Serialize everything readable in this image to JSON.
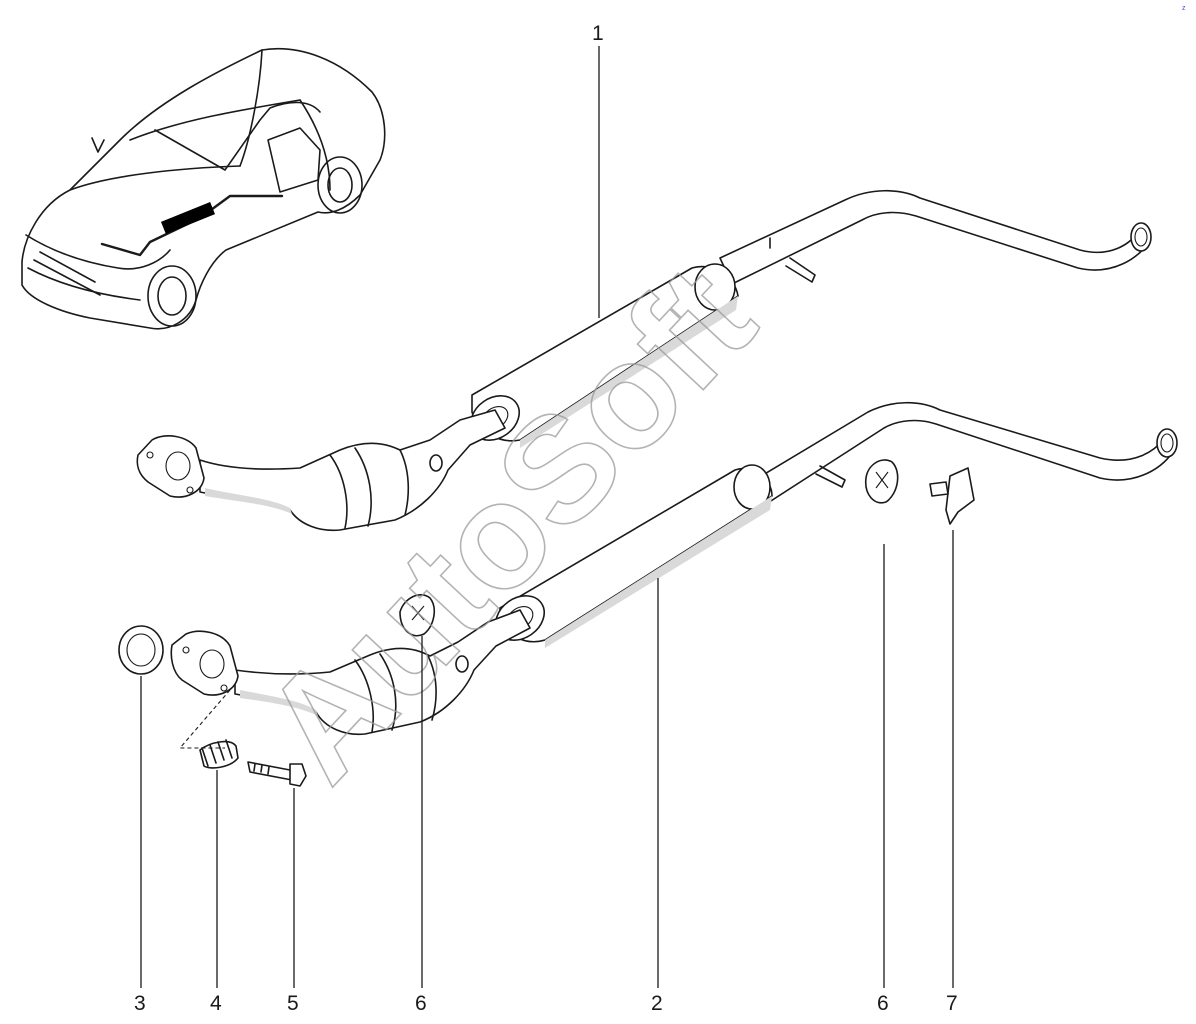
{
  "callouts": [
    "1",
    "2",
    "3",
    "4",
    "5",
    "6",
    "6",
    "7"
  ],
  "watermark": "AutoSoft",
  "corner_mark": "z"
}
